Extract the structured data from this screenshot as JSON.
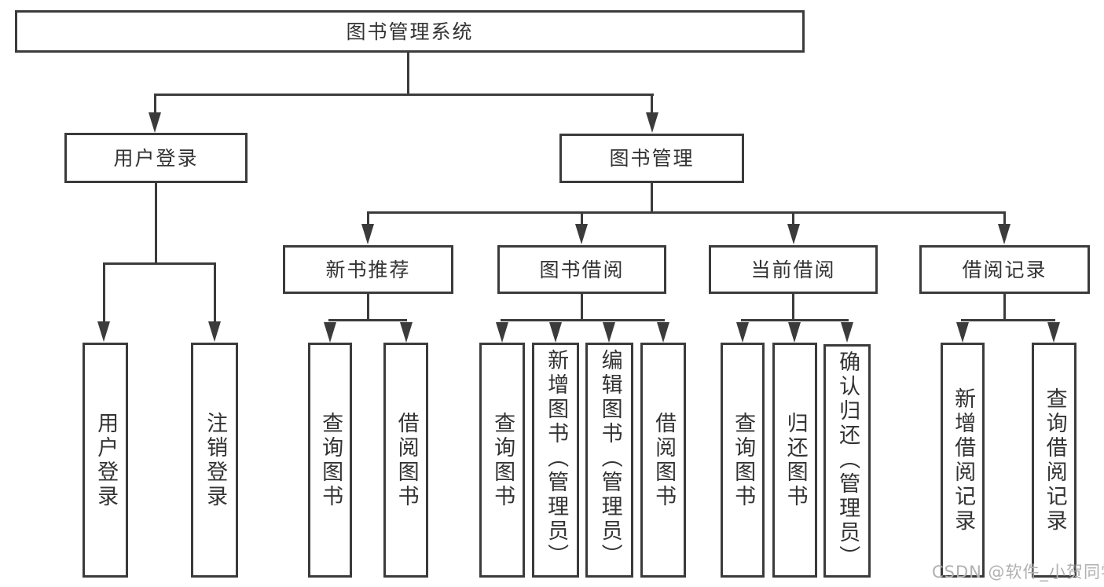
{
  "tree": {
    "root": {
      "label": "图书管理系统",
      "children": [
        {
          "label": "用户登录",
          "children": [
            {
              "label": "用户登录"
            },
            {
              "label": "注销登录"
            }
          ]
        },
        {
          "label": "图书管理",
          "children": [
            {
              "label": "新书推荐",
              "children": [
                {
                  "label": "查询图书"
                },
                {
                  "label": "借阅图书"
                }
              ]
            },
            {
              "label": "图书借阅",
              "children": [
                {
                  "label": "查询图书"
                },
                {
                  "label": "新增图书（管理员）"
                },
                {
                  "label": "编辑图书（管理员）"
                },
                {
                  "label": "借阅图书"
                }
              ]
            },
            {
              "label": "当前借阅",
              "children": [
                {
                  "label": "查询图书"
                },
                {
                  "label": "归还图书"
                },
                {
                  "label": "确认归还（管理员）"
                }
              ]
            },
            {
              "label": "借阅记录",
              "children": [
                {
                  "label": "新增借阅记录"
                },
                {
                  "label": "查询借阅记录"
                }
              ]
            }
          ]
        }
      ]
    }
  },
  "watermark": {
    "text": "CSDN @软件_小贺同学"
  },
  "colors": {
    "line": "#3b3b3b",
    "text": "#333333",
    "watermark": "#b0b0b0",
    "background": "#ffffff"
  }
}
